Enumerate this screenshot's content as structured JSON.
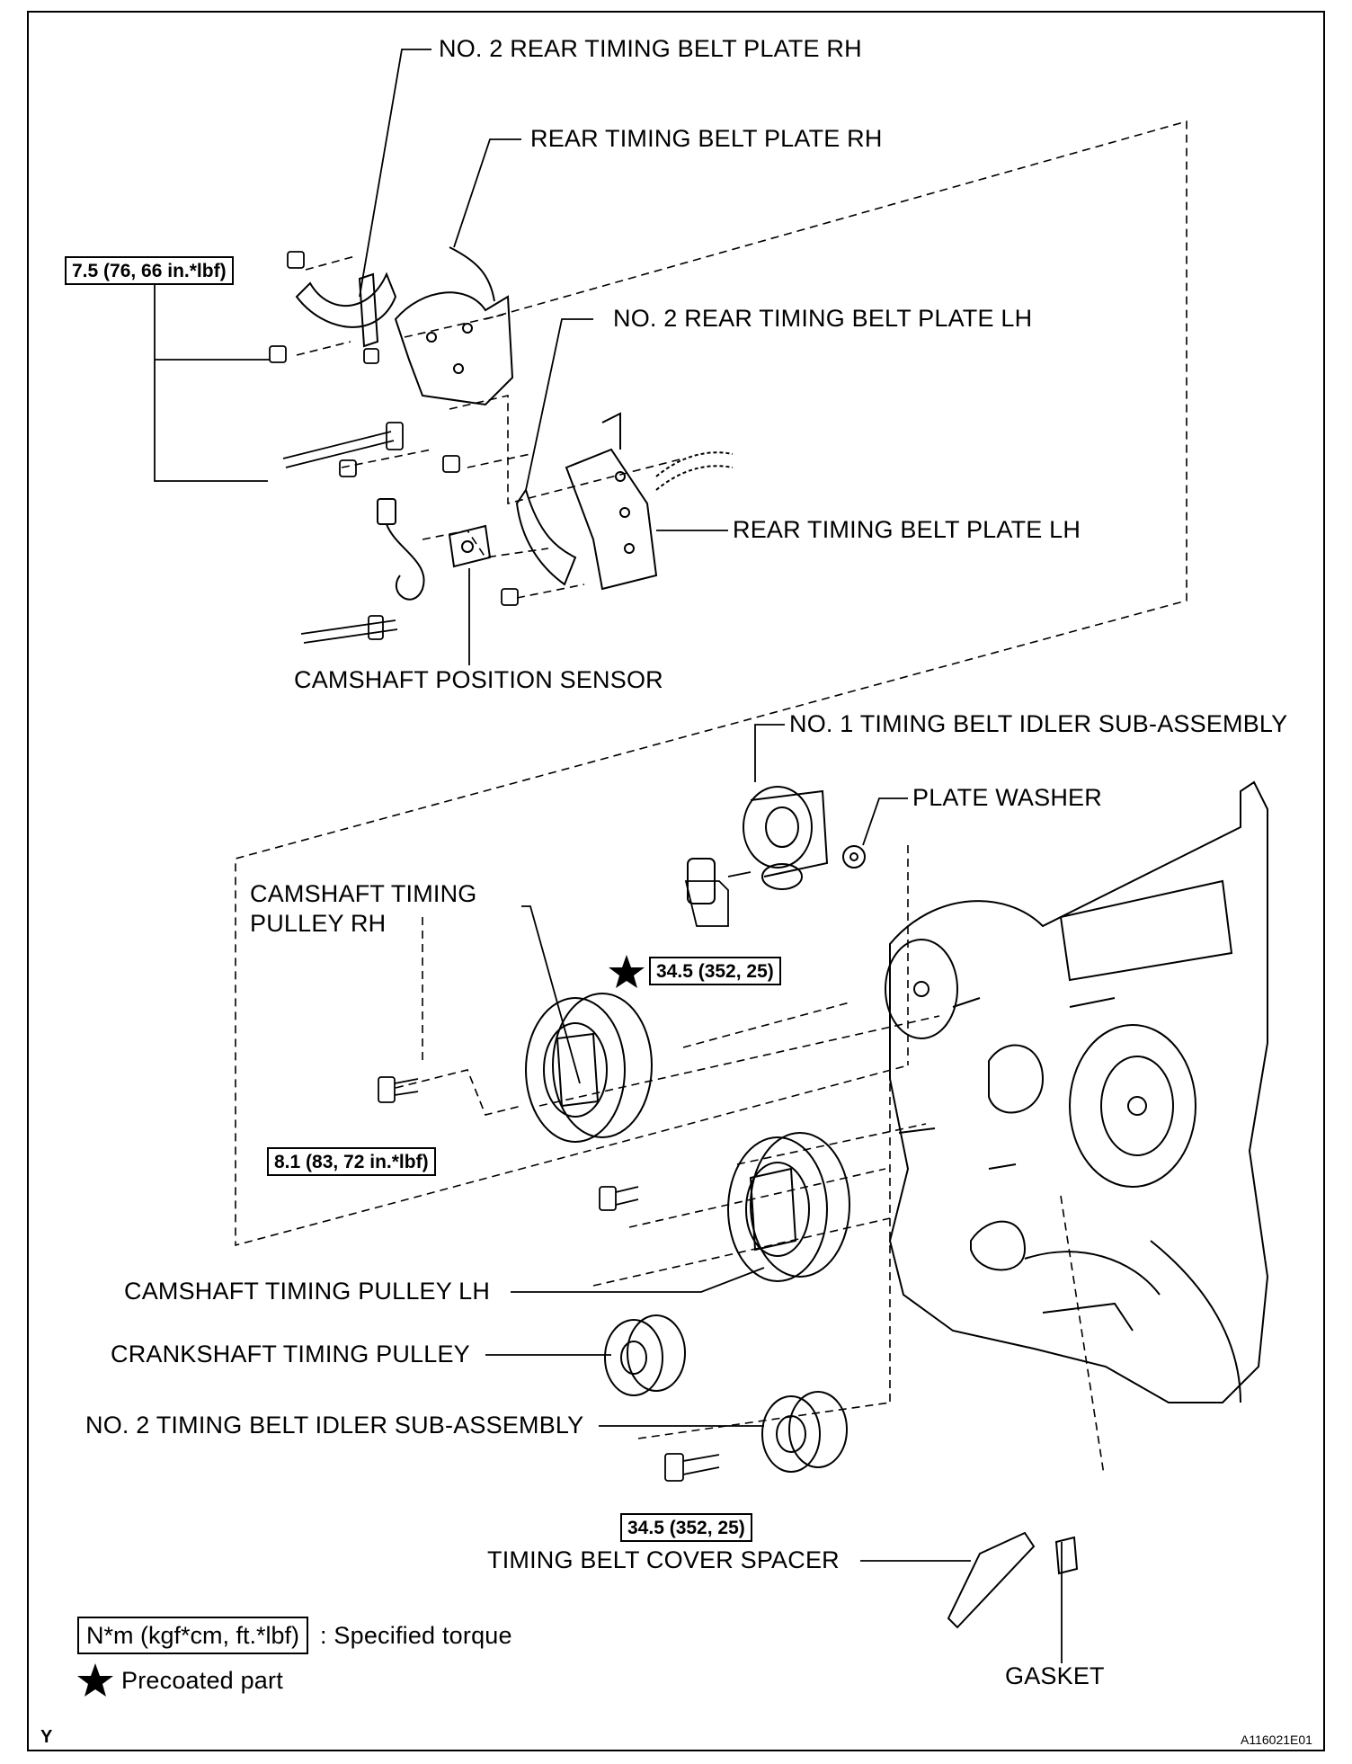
{
  "labels": {
    "no2_rear_plate_rh": "NO. 2 REAR TIMING BELT PLATE RH",
    "rear_plate_rh": "REAR TIMING BELT PLATE RH",
    "no2_rear_plate_lh": "NO. 2 REAR TIMING BELT PLATE LH",
    "rear_plate_lh": "REAR TIMING BELT PLATE LH",
    "cam_position_sensor": "CAMSHAFT POSITION SENSOR",
    "no1_idler": "NO. 1 TIMING BELT IDLER SUB-ASSEMBLY",
    "plate_washer": "PLATE WASHER",
    "cam_pulley_rh_line1": "CAMSHAFT TIMING",
    "cam_pulley_rh_line2": "PULLEY RH",
    "cam_pulley_lh": "CAMSHAFT TIMING PULLEY LH",
    "crank_pulley": "CRANKSHAFT TIMING PULLEY",
    "no2_idler": "NO. 2 TIMING BELT IDLER SUB-ASSEMBLY",
    "cover_spacer": "TIMING BELT COVER SPACER",
    "gasket": "GASKET"
  },
  "torques": {
    "upper_bolts": "7.5 (76, 66 in.*lbf)",
    "idler1_bolt": "34.5 (352, 25)",
    "cam_pulley_bolt": "8.1 (83, 72 in.*lbf)",
    "idler2_bolt": "34.5 (352, 25)"
  },
  "legend": {
    "torque_unit": "N*m (kgf*cm, ft.*lbf)",
    "torque_desc": ": Specified torque",
    "precoated": "Precoated part"
  },
  "corner": {
    "left_mark": "Y",
    "figure_code": "A116021E01"
  }
}
